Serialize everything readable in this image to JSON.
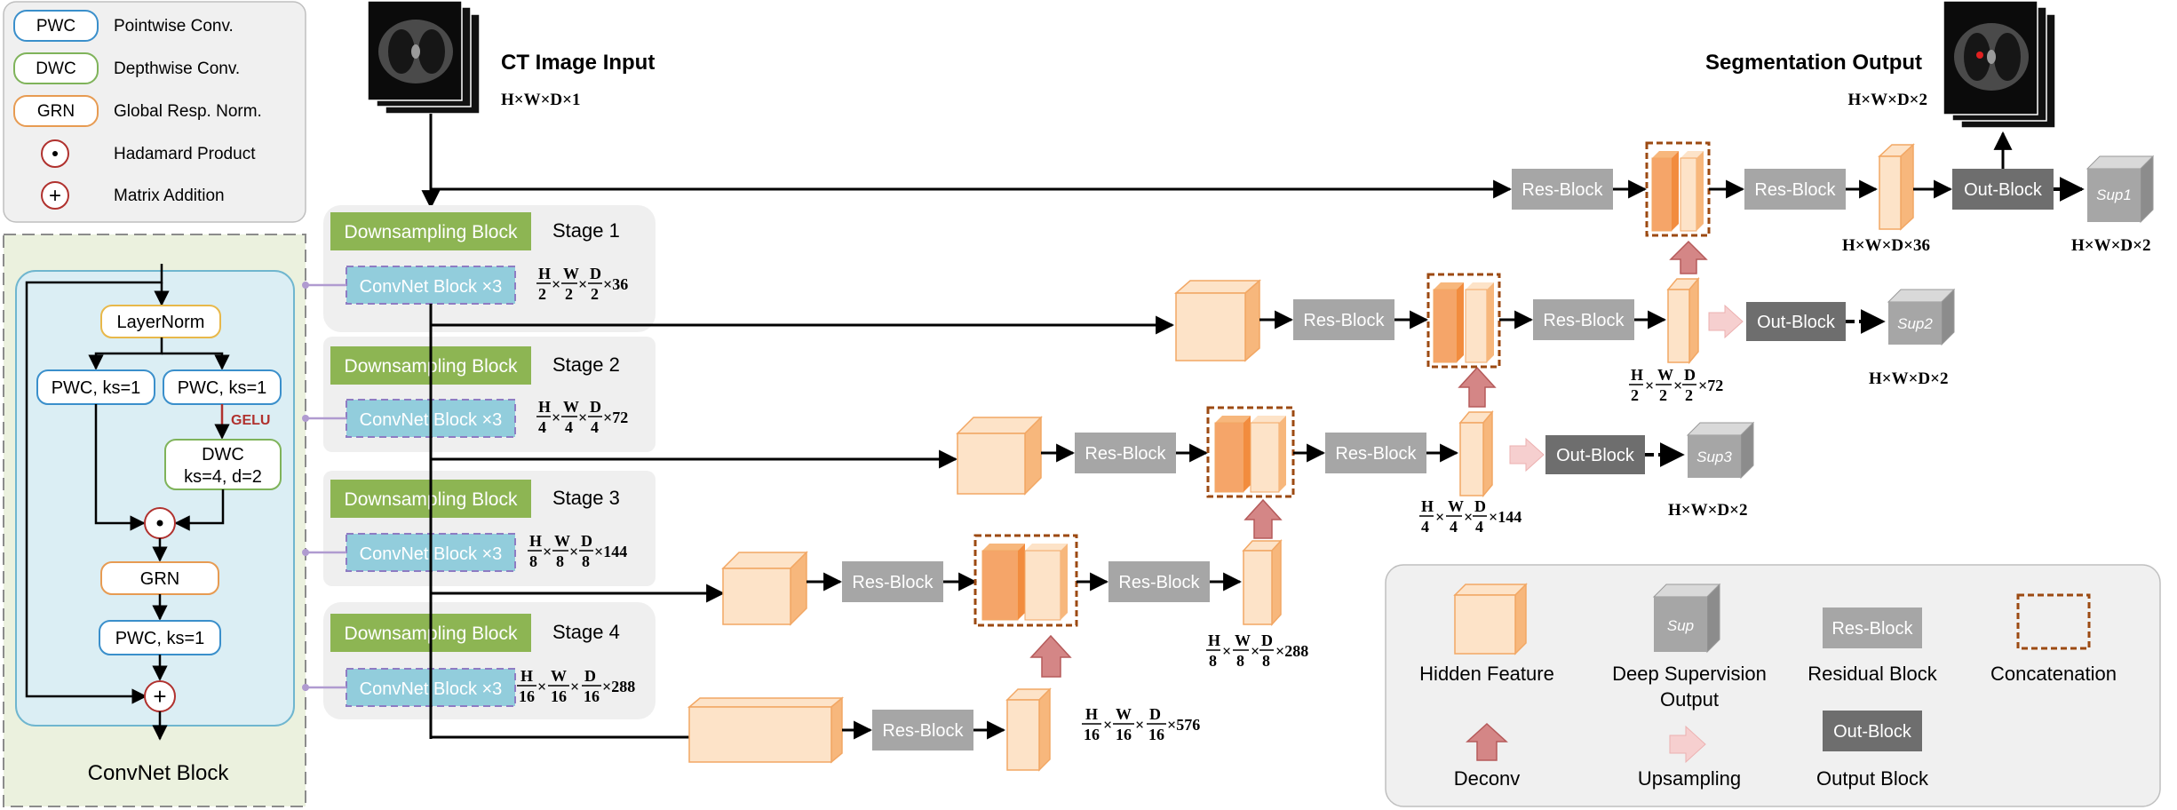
{
  "legend_top": {
    "items": [
      {
        "abbr": "PWC",
        "text": "Pointwise Conv.",
        "color": "#3a8fcb"
      },
      {
        "abbr": "DWC",
        "text": "Depthwise Conv.",
        "color": "#7fb35a"
      },
      {
        "abbr": "GRN",
        "text": "Global Resp. Norm.",
        "color": "#e79b52"
      },
      {
        "abbr": "⊙",
        "text": "Hadamard Product",
        "color": "#b0312e"
      },
      {
        "abbr": "+",
        "text": "Matrix Addition",
        "color": "#b0312e"
      }
    ]
  },
  "convnet_block": {
    "title": "ConvNet Block",
    "layernorm": "LayerNorm",
    "pwc_left": "PWC, ks=1",
    "pwc_right": "PWC, ks=1",
    "gelu": "GELU",
    "dwc_line1": "DWC",
    "dwc_line2": "ks=4, d=2",
    "hadamard": "⊙",
    "grn": "GRN",
    "pwc_bottom": "PWC, ks=1",
    "add": "+"
  },
  "input": {
    "title": "CT Image Input",
    "dims": "H×W×D×1"
  },
  "output": {
    "title": "Segmentation Output",
    "dims": "H×W×D×2"
  },
  "stages": [
    {
      "name": "Stage 1",
      "down": "Downsampling Block",
      "conv": "ConvNet Block ×3",
      "dims": {
        "h": "H",
        "w": "W",
        "d": "D",
        "den": "2",
        "c": "×36"
      }
    },
    {
      "name": "Stage 2",
      "down": "Downsampling Block",
      "conv": "ConvNet Block ×3",
      "dims": {
        "h": "H",
        "w": "W",
        "d": "D",
        "den": "4",
        "c": "×72"
      }
    },
    {
      "name": "Stage 3",
      "down": "Downsampling Block",
      "conv": "ConvNet Block ×3",
      "dims": {
        "h": "H",
        "w": "W",
        "d": "D",
        "den": "8",
        "c": "×144"
      }
    },
    {
      "name": "Stage 4",
      "down": "Downsampling Block",
      "conv": "ConvNet Block ×3",
      "dims": {
        "h": "H",
        "w": "W",
        "d": "D",
        "den": "16",
        "c": "×288"
      }
    }
  ],
  "res_block": "Res-Block",
  "out_block": "Out-Block",
  "sup_labels": [
    "Sup1",
    "Sup2",
    "Sup3"
  ],
  "feature_dims": {
    "bottleneck": {
      "den": "16",
      "c": "×576"
    },
    "dec4": {
      "den": "8",
      "c": "×288"
    },
    "dec3": {
      "den": "4",
      "c": "×144"
    },
    "dec2": {
      "den": "2",
      "c": "×72"
    },
    "dec1": "H×W×D×36"
  },
  "sup_dims": [
    "H×W×D×2",
    "H×W×D×2",
    "H×W×D×2"
  ],
  "legend_bottom": {
    "hidden_feature": "Hidden Feature",
    "deep_sup_line1": "Deep Supervision",
    "deep_sup_line2": "Output",
    "sup": "Sup",
    "res_block": "Res-Block",
    "residual_block": "Residual Block",
    "concatenation": "Concatenation",
    "deconv": "Deconv",
    "upsampling": "Upsampling",
    "out_block": "Out-Block",
    "output_block": "Output Block"
  },
  "colors": {
    "green_block": "#8db553",
    "conv_block": "#92cddc",
    "conv_border": "#8e7cc3",
    "res_block": "#a6a6a6",
    "out_block": "#6e6e6e",
    "feature_front": "#fde3c8",
    "feature_side": "#f7b77c",
    "concat_border": "#9c4a12",
    "deconv_arrow": "#d48686",
    "upsample_arrow": "#f6cfcf",
    "panel_gray": "#f0f0f0",
    "panel_green": "#ebf1de",
    "panel_blue": "#dbeef4"
  }
}
